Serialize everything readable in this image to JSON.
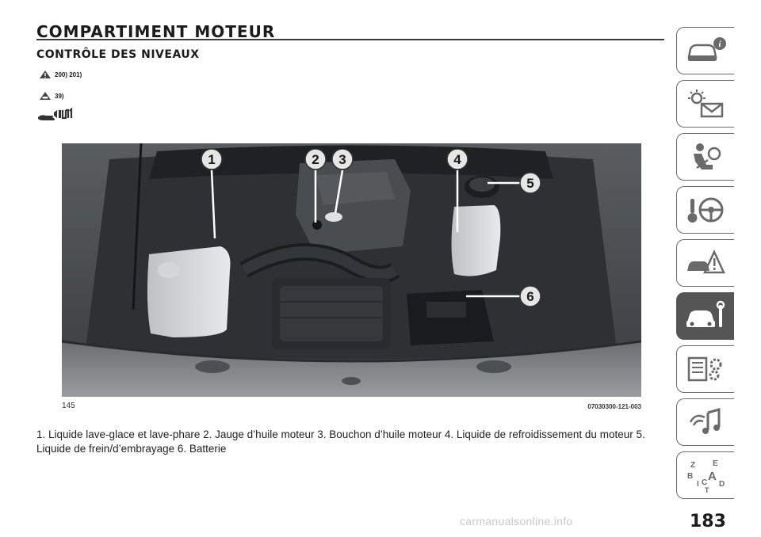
{
  "section_title": "COMPARTIMENT MOTEUR",
  "subtitle": "CONTRÔLE DES NIVEAUX",
  "warning_refs": "200) 201)",
  "note_refs": "39)",
  "figure": {
    "number": "145",
    "code": "07030300-121-003",
    "callouts": [
      "1",
      "2",
      "3",
      "4",
      "5",
      "6"
    ]
  },
  "caption": "1. Liquide lave-glace et lave-phare   2. Jauge d’huile moteur   3. Bouchon d’huile moteur   4. Liquide de refroidissement du moteur   5. Liquide de frein/d’embrayage   6. Batterie",
  "page_number": "183",
  "watermark": "carmanualsonline.info",
  "sidebar_tabs": [
    {
      "icon": "car-info-icon"
    },
    {
      "icon": "dashboard-lights-icon"
    },
    {
      "icon": "seat-airbag-icon"
    },
    {
      "icon": "steering-key-icon"
    },
    {
      "icon": "emergency-triangle-icon"
    },
    {
      "icon": "car-tools-icon",
      "active": true
    },
    {
      "icon": "spec-gears-icon"
    },
    {
      "icon": "audio-note-icon"
    },
    {
      "icon": "alphabet-index-icon"
    }
  ]
}
